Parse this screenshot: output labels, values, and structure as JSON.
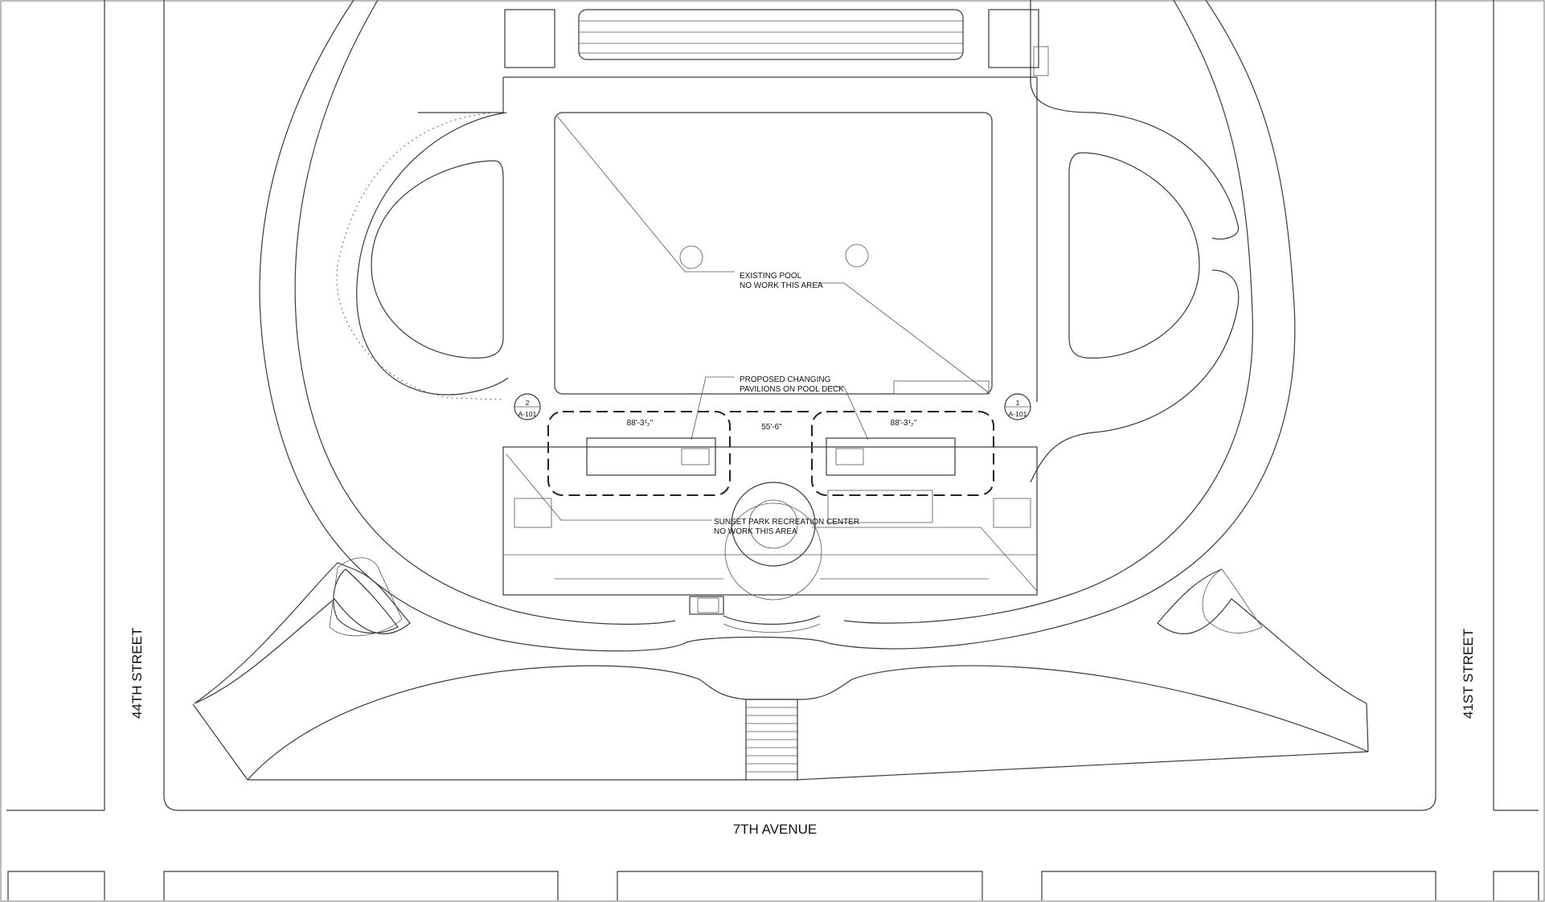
{
  "streets": {
    "left": "44TH STREET",
    "right": "41ST STREET",
    "bottom": "7TH AVENUE"
  },
  "notes": {
    "pool_line1": "EXISTING POOL",
    "pool_line2": "NO WORK THIS AREA",
    "pavilions_line1": "PROPOSED CHANGING",
    "pavilions_line2": "PAVILIONS ON POOL DECK",
    "center_line1": "SUNSET PARK RECREATION CENTER",
    "center_line2": "NO WORK THIS AREA"
  },
  "dimensions": {
    "left_pavilion": "88'-3¹₂\"",
    "gap": "55'-6\"",
    "right_pavilion": "88'-3¹₂\""
  },
  "section_tags": {
    "left_number": "2",
    "left_sheet": "A-101",
    "right_number": "1",
    "right_sheet": "A-101"
  },
  "colors": {
    "line": "#3a3a3a",
    "text": "#111111",
    "background": "#ffffff"
  }
}
